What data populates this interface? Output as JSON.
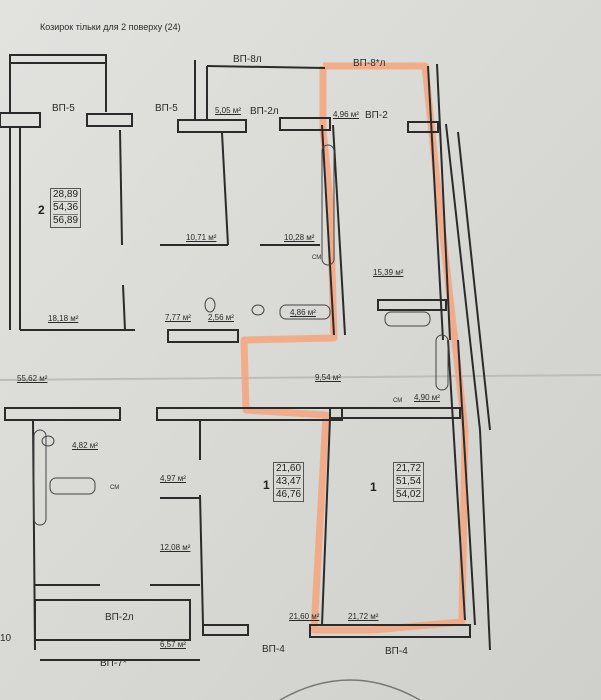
{
  "canopy_note": "Козирок тільки для 2 поверху (24)",
  "windows": {
    "vp5_left": "ВП-5",
    "vp5_mid": "ВП-5",
    "vp8l": "ВП-8л",
    "vp2l_top": "ВП-2л",
    "vp8l_star": "ВП-8*л",
    "vp2": "ВП-2",
    "vp2l_bottom": "ВП-2л",
    "vp7_star": "ВП-7*",
    "vp4_left": "ВП-4",
    "vp4_right": "ВП-4",
    "axis_10": "10"
  },
  "apartments": [
    {
      "number": "2",
      "areas": [
        "28,89",
        "54,36",
        "56,89"
      ]
    },
    {
      "number": "1",
      "areas": [
        "21,60",
        "43,47",
        "46,76"
      ]
    },
    {
      "number": "1",
      "areas": [
        "21,72",
        "51,54",
        "54,02"
      ]
    }
  ],
  "rooms": {
    "r5_05": "5,05 м²",
    "r4_96": "4,96 м²",
    "r10_71": "10,71 м²",
    "r10_28": "10,28 м²",
    "r15_39": "15,39 м²",
    "r18_18": "18,18 м²",
    "r7_77": "7,77 м²",
    "r2_56": "2,56 м²",
    "r4_86": "4,86 м²",
    "r55_62": "55,62 м²",
    "r9_54": "9,54 м²",
    "r4_90": "4,90 м²",
    "r4_82": "4,82 м²",
    "r4_97": "4,97 м²",
    "r12_08": "12,08 м²",
    "r21_60": "21,60 м²",
    "r21_72": "21,72 м²",
    "r6_57": "6,57 м²"
  },
  "fixtures": {
    "washer1": "СМ",
    "washer2": "СМ",
    "washer3": "СМ"
  },
  "colors": {
    "highlight": "#f4a57c",
    "wall": "#2b2b2b",
    "paper": "#d9d9d6"
  }
}
